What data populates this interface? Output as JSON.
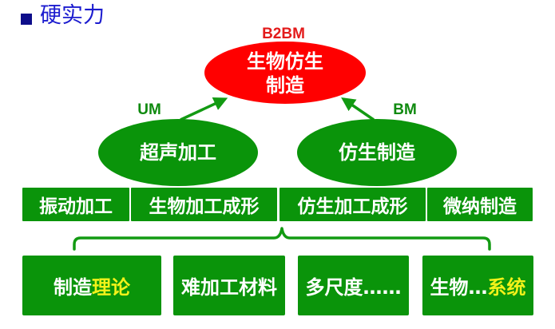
{
  "header": {
    "bullet_icon": "square-bullet-icon",
    "title": "硬实力"
  },
  "colors": {
    "title": "#1c1ccf",
    "bullet": "#0d0d8a",
    "top_node": "#ff0000",
    "top_label": "#e31b1b",
    "green_node": "#0a940a",
    "arrow": "#129a12",
    "text_on_node": "#ffffff",
    "highlight_text": "#f2f21a"
  },
  "diagram": {
    "top_node": {
      "label": "B2BM",
      "line1": "生物仿生",
      "line2": "制造"
    },
    "left_node": {
      "edge_label": "UM",
      "text": "超声加工"
    },
    "right_node": {
      "edge_label": "BM",
      "text": "仿生制造"
    },
    "arrows": [
      {
        "from": "超声加工",
        "to": "生物仿生制造",
        "label": "UM"
      },
      {
        "from": "仿生制造",
        "to": "生物仿生制造",
        "label": "BM"
      }
    ],
    "middle_row": [
      {
        "text": "振动加工"
      },
      {
        "text": "生物加工成形"
      },
      {
        "text": "仿生加工成形"
      },
      {
        "text": "微纳制造"
      }
    ],
    "brace_icon": "curly-brace-icon",
    "bottom_row": [
      {
        "plain": "制造",
        "highlight": "理论",
        "highlight_first": false
      },
      {
        "plain": "难加工材料",
        "highlight": "",
        "highlight_first": false
      },
      {
        "plain": "多尺度……",
        "highlight": "",
        "highlight_first": false
      },
      {
        "plain": "生物…",
        "highlight": "系统",
        "highlight_first": false
      }
    ]
  }
}
